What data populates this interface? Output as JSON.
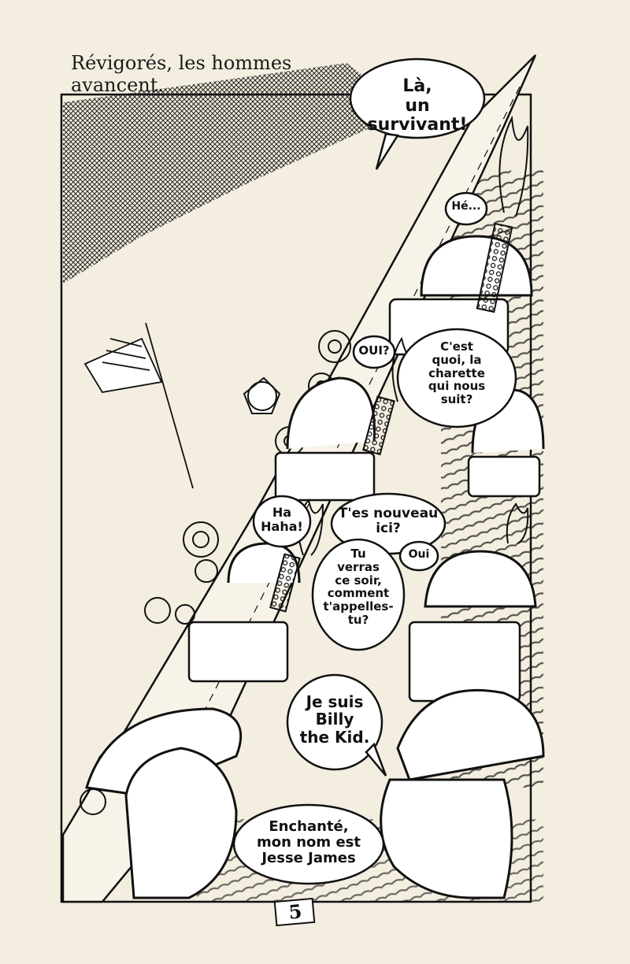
{
  "caption": "Révigorés, les hommes\navancent.",
  "bubbles": {
    "survivant": "Là,\nun survivant!",
    "he": "Hé...",
    "oui_q": "OUI?",
    "charette": "C'est\nquoi, la\ncharette\nqui nous\nsuit?",
    "ha_haha": "Ha\nHaha!",
    "nouveau": "T'es nouveau\nici?",
    "oui": "Oui",
    "verras": "Tu\nverras\nce soir,\ncomment\nt'appelles-\ntu?",
    "billy": "Je suis\nBilly\nthe Kid.",
    "jesse": "Enchanté,\nmon nom est\nJesse James"
  },
  "page_number": "5",
  "colors": {
    "paper": "#f3eee0",
    "ink": "#111111"
  }
}
